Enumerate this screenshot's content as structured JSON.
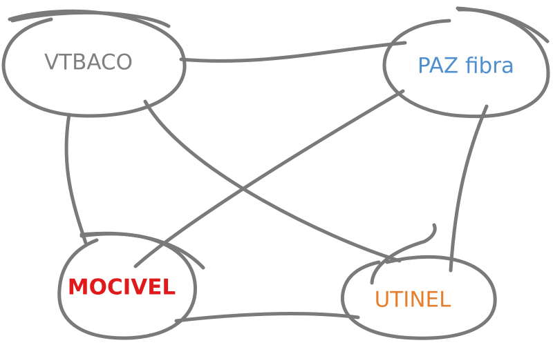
{
  "diagram": {
    "nodes": [
      {
        "id": "vtbaco",
        "label": "VTBACO",
        "color": "#808080"
      },
      {
        "id": "paz",
        "label": "PAZ fibra",
        "color": "#4f8fcf"
      },
      {
        "id": "mocivel",
        "label": "MOCIVEL",
        "color": "#e01a1a"
      },
      {
        "id": "utinel",
        "label": "UTINEL",
        "color": "#e57f2e"
      }
    ],
    "edges": [
      {
        "from": "vtbaco",
        "to": "paz"
      },
      {
        "from": "vtbaco",
        "to": "mocivel"
      },
      {
        "from": "vtbaco",
        "to": "utinel"
      },
      {
        "from": "paz",
        "to": "mocivel"
      },
      {
        "from": "paz",
        "to": "utinel"
      },
      {
        "from": "mocivel",
        "to": "utinel"
      }
    ],
    "stroke_color": "#7a7a7a"
  }
}
